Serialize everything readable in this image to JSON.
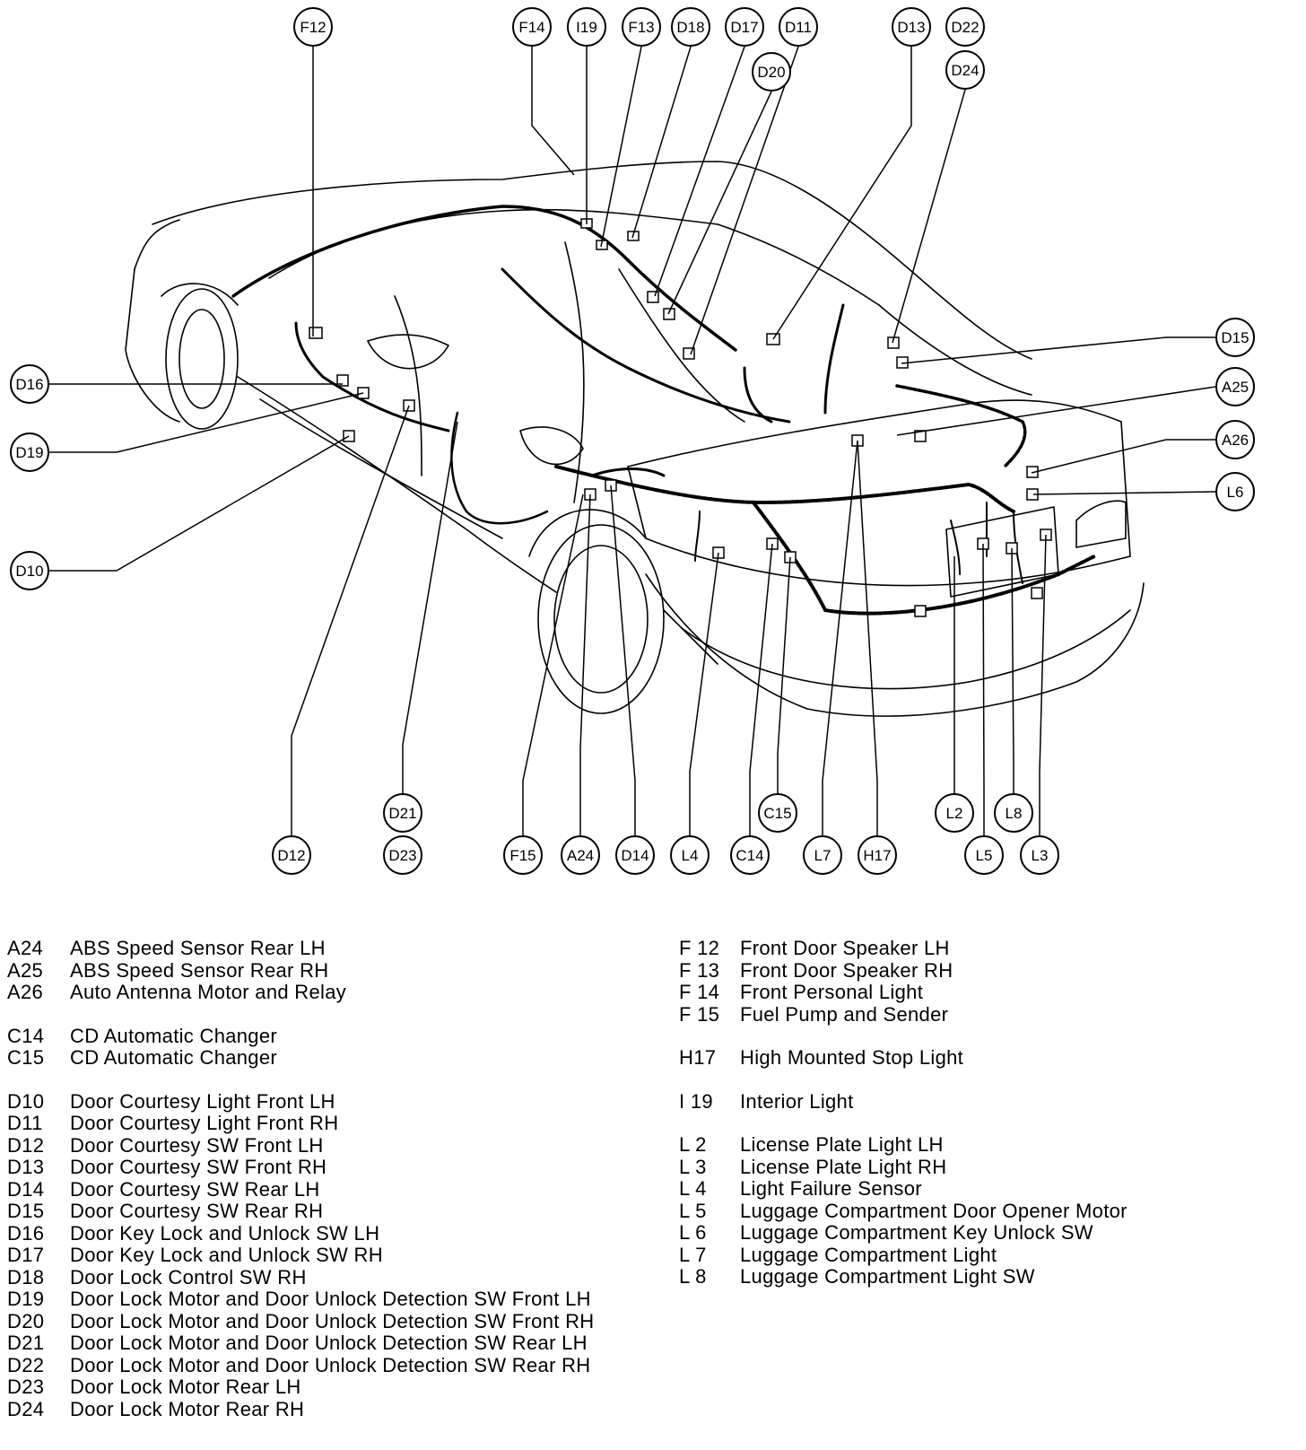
{
  "callouts": {
    "F12": "F12",
    "F14": "F14",
    "I19": "I19",
    "F13": "F13",
    "D18": "D18",
    "D17": "D17",
    "D11": "D11",
    "D20": "D20",
    "D13": "D13",
    "D22": "D22",
    "D24": "D24",
    "D15": "D15",
    "A25": "A25",
    "A26": "A26",
    "L6": "L6",
    "D16": "D16",
    "D19": "D19",
    "D10": "D10",
    "D12": "D12",
    "D21": "D21",
    "D23": "D23",
    "F15": "F15",
    "A24": "A24",
    "D14": "D14",
    "L4": "L4",
    "C14": "C14",
    "C15": "C15",
    "L7": "L7",
    "H17": "H17",
    "L2": "L2",
    "L8": "L8",
    "L5": "L5",
    "L3": "L3"
  },
  "legend_left": [
    [
      {
        "code": "A24",
        "label": "ABS Speed Sensor Rear LH"
      },
      {
        "code": "A25",
        "label": "ABS Speed Sensor Rear RH"
      },
      {
        "code": "A26",
        "label": "Auto Antenna Motor and Relay"
      }
    ],
    [
      {
        "code": "C14",
        "label": "CD Automatic Changer"
      },
      {
        "code": "C15",
        "label": "CD Automatic Changer"
      }
    ],
    [
      {
        "code": "D10",
        "label": "Door Courtesy Light Front LH"
      },
      {
        "code": "D11",
        "label": "Door Courtesy Light Front RH"
      },
      {
        "code": "D12",
        "label": "Door Courtesy SW Front LH"
      },
      {
        "code": "D13",
        "label": "Door Courtesy SW Front RH"
      },
      {
        "code": "D14",
        "label": "Door Courtesy SW Rear LH"
      },
      {
        "code": "D15",
        "label": "Door Courtesy SW Rear RH"
      },
      {
        "code": "D16",
        "label": "Door Key Lock and Unlock SW LH"
      },
      {
        "code": "D17",
        "label": "Door Key Lock and Unlock SW RH"
      },
      {
        "code": "D18",
        "label": "Door Lock Control SW RH"
      },
      {
        "code": "D19",
        "label": "Door Lock Motor and Door Unlock Detection SW Front LH"
      },
      {
        "code": "D20",
        "label": "Door Lock Motor and Door Unlock Detection SW Front RH"
      },
      {
        "code": "D21",
        "label": "Door Lock Motor and Door Unlock Detection SW Rear LH"
      },
      {
        "code": "D22",
        "label": "Door Lock Motor and Door Unlock Detection SW Rear RH"
      },
      {
        "code": "D23",
        "label": "Door Lock Motor Rear LH"
      },
      {
        "code": "D24",
        "label": "Door Lock Motor Rear RH"
      }
    ]
  ],
  "legend_right": [
    [
      {
        "code": "F 12",
        "label": "Front Door Speaker LH"
      },
      {
        "code": "F 13",
        "label": "Front Door Speaker RH"
      },
      {
        "code": "F 14",
        "label": "Front Personal Light"
      },
      {
        "code": "F 15",
        "label": "Fuel Pump and Sender"
      }
    ],
    [
      {
        "code": "H17",
        "label": "High Mounted Stop Light"
      }
    ],
    [
      {
        "code": "I 19",
        "label": "Interior Light"
      }
    ],
    [
      {
        "code": "L  2",
        "label": "License Plate Light LH"
      },
      {
        "code": "L  3",
        "label": "License Plate Light RH"
      },
      {
        "code": "L  4",
        "label": "Light Failure Sensor"
      },
      {
        "code": "L  5",
        "label": "Luggage Compartment Door Opener Motor"
      },
      {
        "code": "L  6",
        "label": "Luggage Compartment Key Unlock SW"
      },
      {
        "code": "L  7",
        "label": "Luggage Compartment Light"
      },
      {
        "code": "L  8",
        "label": "Luggage Compartment Light SW"
      }
    ]
  ]
}
